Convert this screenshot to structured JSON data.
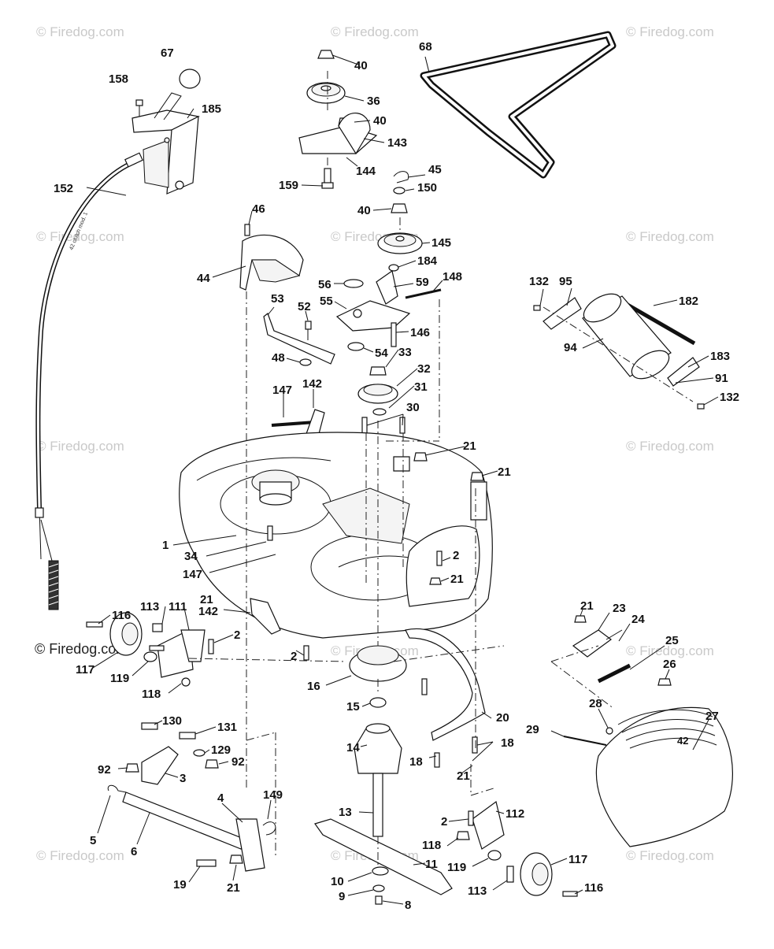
{
  "watermark": {
    "text": "© Firedog.com",
    "dark_text": "© Firedog.com"
  },
  "cable_tag": "42 clutch mod. 1",
  "deck_badge": "42",
  "callouts": {
    "c67": "67",
    "c158": "158",
    "c185": "185",
    "c152": "152",
    "c40a": "40",
    "c36": "36",
    "c40b": "40",
    "c143": "143",
    "c144": "144",
    "c159": "159",
    "c68": "68",
    "c45": "45",
    "c150": "150",
    "c40c": "40",
    "c145": "145",
    "c184": "184",
    "c46": "46",
    "c44": "44",
    "c56": "56",
    "c59": "59",
    "c148": "148",
    "c55": "55",
    "c53": "53",
    "c52": "52",
    "c146": "146",
    "c54": "54",
    "c48": "48",
    "c33": "33",
    "c32": "32",
    "c31": "31",
    "c147a": "147",
    "c142a": "142",
    "c30": "30",
    "c132a": "132",
    "c95": "95",
    "c182": "182",
    "c94": "94",
    "c183": "183",
    "c91": "91",
    "c132b": "132",
    "c21a": "21",
    "c21b": "21",
    "c1": "1",
    "c34": "34",
    "c147b": "147",
    "c2a": "2",
    "c21c": "21",
    "c21d": "21",
    "c142b": "142",
    "c113a": "113",
    "c111": "111",
    "c116a": "116",
    "c2b": "2",
    "c117a": "117",
    "c119a": "119",
    "c118a": "118",
    "c2c": "2",
    "c16": "16",
    "c21e": "21",
    "c23": "23",
    "c24": "24",
    "c25": "25",
    "c26": "26",
    "c28": "28",
    "c27": "27",
    "c29": "29",
    "c15": "15",
    "c20": "20",
    "c14": "14",
    "c18a": "18",
    "c18b": "18",
    "c21f": "21",
    "c130": "130",
    "c131": "131",
    "c129": "129",
    "c92a": "92",
    "c92b": "92",
    "c3": "3",
    "c5": "5",
    "c6": "6",
    "c4": "4",
    "c149": "149",
    "c13": "13",
    "c112": "112",
    "c2d": "2",
    "c118b": "118",
    "c117b": "117",
    "c119b": "119",
    "c11": "11",
    "c19": "19",
    "c21g": "21",
    "c10": "10",
    "c9": "9",
    "c8": "8",
    "c113b": "113",
    "c116b": "116"
  }
}
